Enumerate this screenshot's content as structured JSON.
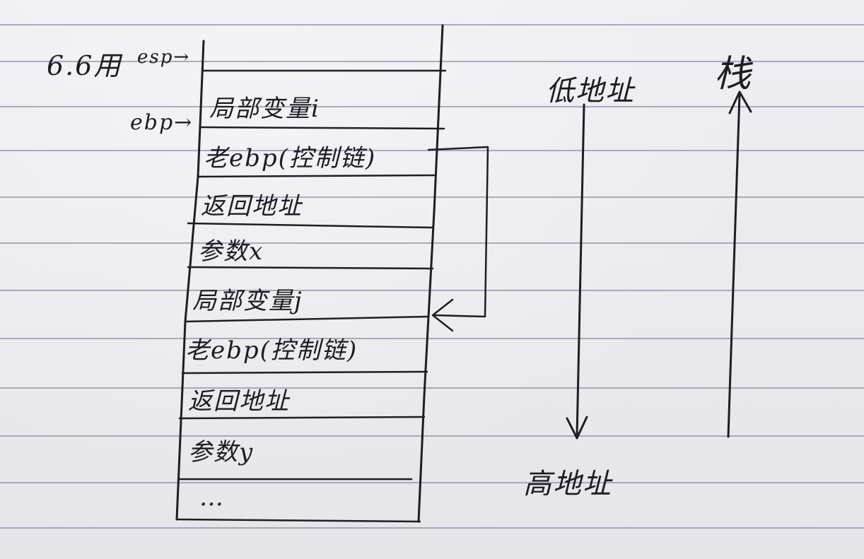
{
  "stack_title": "栈",
  "low_address_label": "低地址",
  "high_address_label": "高地址",
  "pointers": {
    "esp_prefix": "6.6用",
    "esp_label": "esp→",
    "ebp_label": "ebp→"
  },
  "cells": [
    "",
    "局部变量i",
    "老ebp(控制链)",
    "返回地址",
    "参数x",
    "局部变量j",
    "老ebp(控制链)",
    "返回地址",
    "参数y",
    "…"
  ],
  "colors": {
    "ink": "#1d1d24",
    "paper": "#ecebee",
    "rule_line": "#8f8ba6"
  }
}
